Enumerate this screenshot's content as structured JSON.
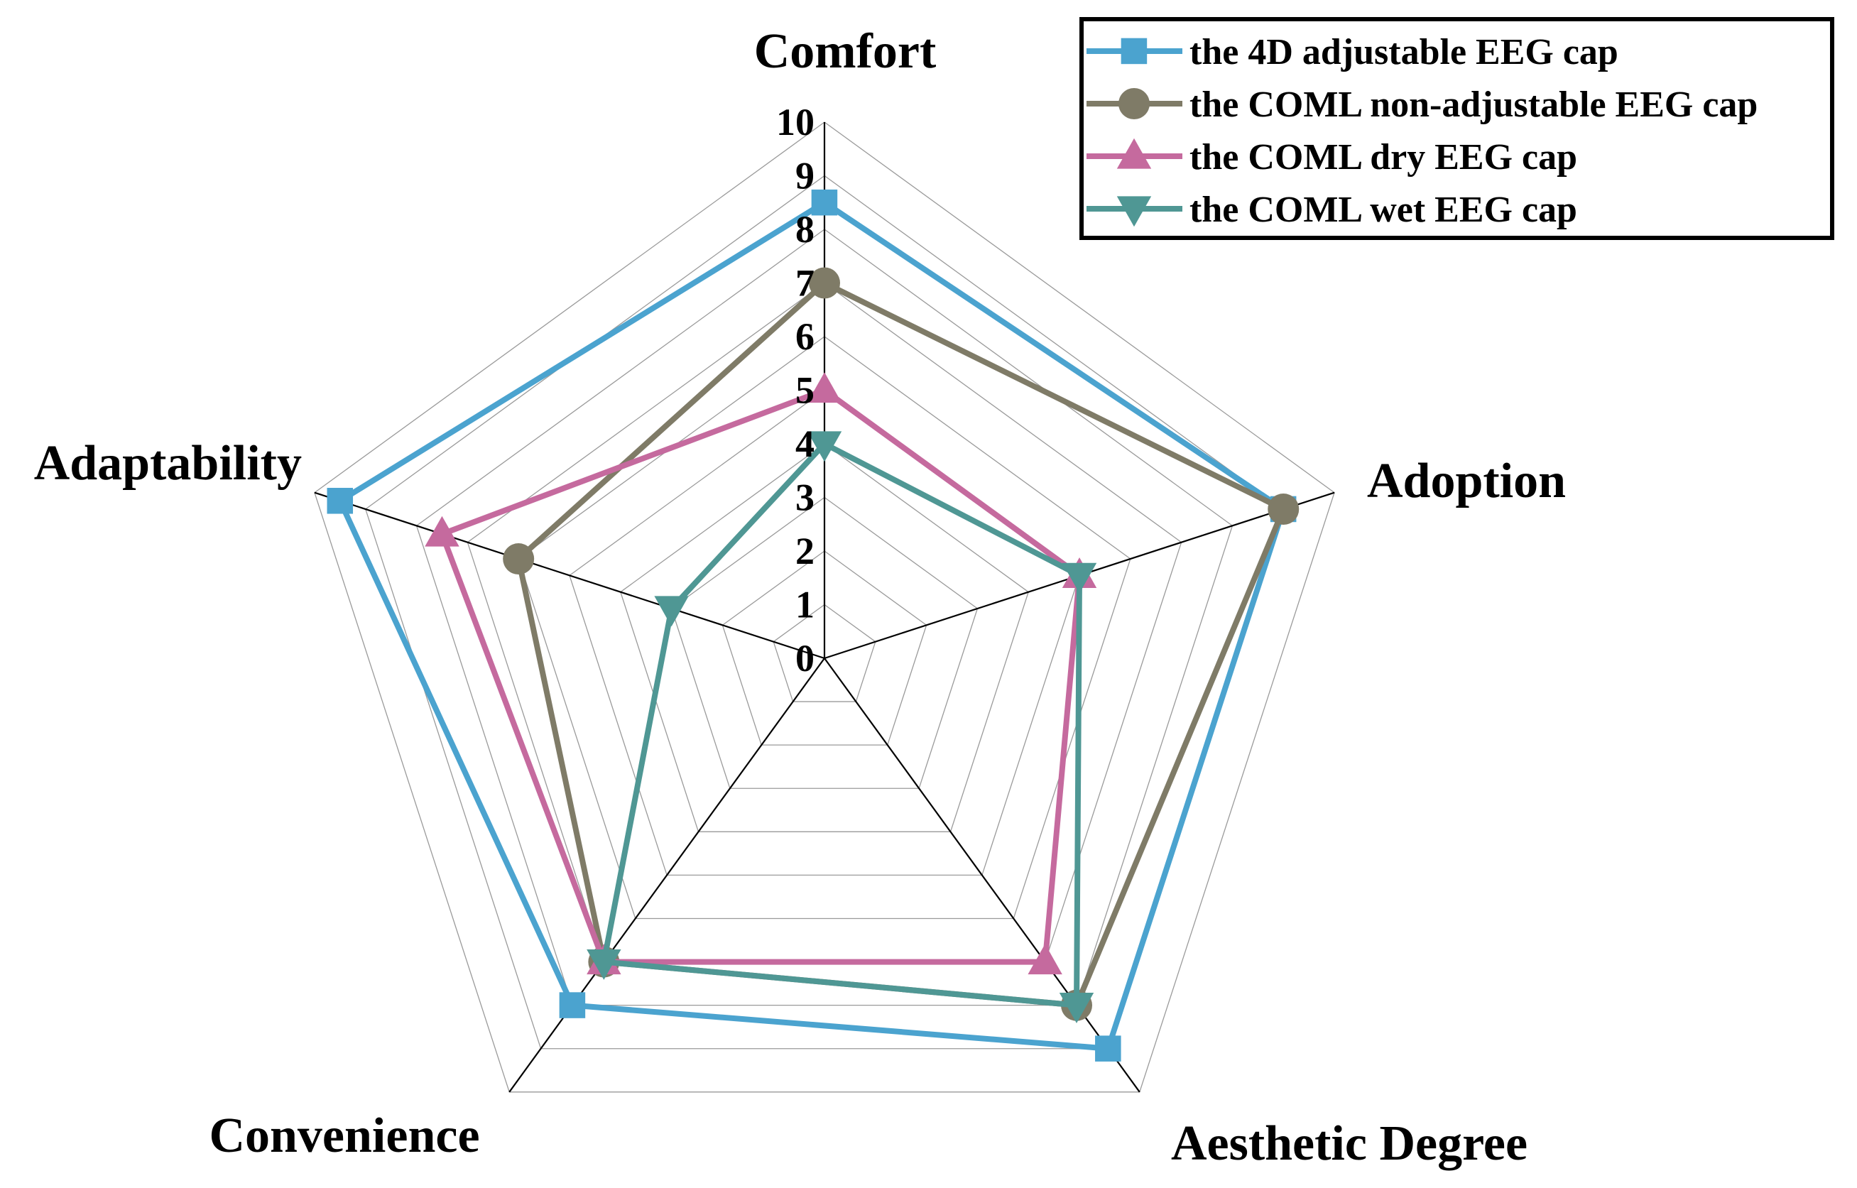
{
  "chart_data": {
    "type": "radar",
    "categories": [
      "Comfort",
      "Adoption",
      "Aesthetic Degree",
      "Convenience",
      "Adaptability"
    ],
    "rlim": [
      0,
      10
    ],
    "ticks": [
      "0",
      "1",
      "2",
      "3",
      "4",
      "5",
      "6",
      "7",
      "8",
      "9",
      "10"
    ],
    "grid": true,
    "legend_position": "top-right",
    "series": [
      {
        "name": "the 4D adjustable EEG cap",
        "color": "#4BA3CF",
        "marker": "square",
        "values": [
          8.5,
          9,
          9,
          8,
          9.5
        ]
      },
      {
        "name": "the COML non-adjustable EEG cap",
        "color": "#7F7B67",
        "marker": "circle",
        "values": [
          7,
          9,
          8,
          7,
          6
        ]
      },
      {
        "name": "the COML dry EEG cap",
        "color": "#C56A9E",
        "marker": "triangle-up",
        "values": [
          5,
          5,
          7,
          7,
          7.5
        ]
      },
      {
        "name": "the COML wet EEG cap",
        "color": "#4F9794",
        "marker": "triangle-down",
        "values": [
          4,
          5,
          8,
          7,
          3
        ]
      }
    ]
  }
}
